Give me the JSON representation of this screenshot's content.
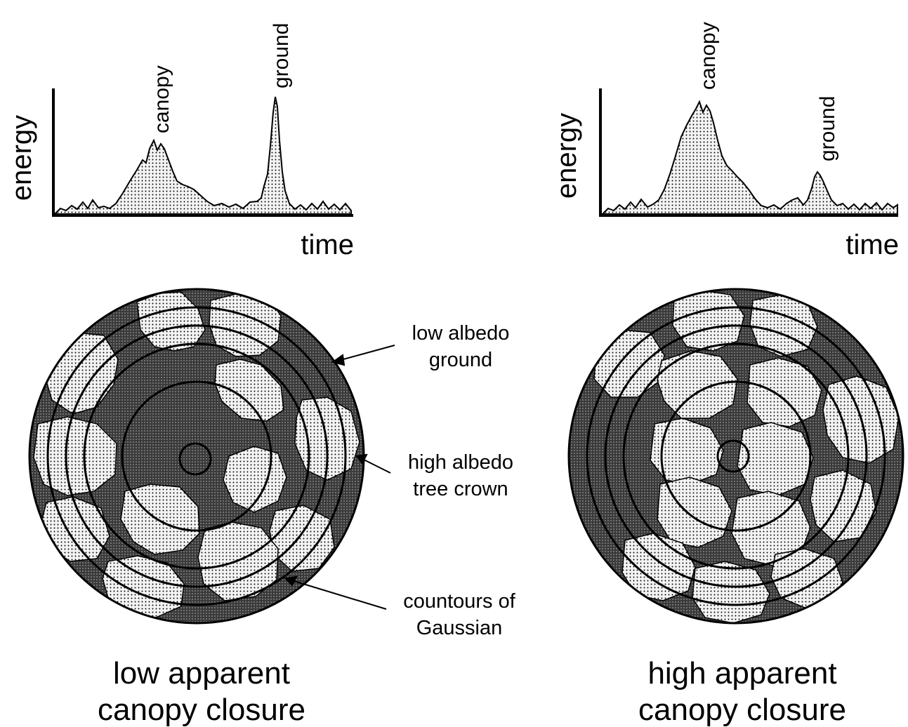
{
  "left_panel": {
    "waveform": {
      "y_label": "energy",
      "x_label": "time",
      "peak_labels": {
        "canopy": "canopy",
        "ground": "ground"
      }
    },
    "annotations": {
      "low_albedo": [
        "low albedo",
        "ground"
      ],
      "high_albedo": [
        "high albedo",
        "tree crown"
      ],
      "contours": [
        "countours of",
        "Gaussian"
      ]
    },
    "caption": [
      "low apparent",
      "canopy closure"
    ]
  },
  "right_panel": {
    "waveform": {
      "y_label": "energy",
      "x_label": "time",
      "peak_labels": {
        "canopy": "canopy",
        "ground": "ground"
      }
    },
    "caption": [
      "high apparent",
      "canopy closure"
    ]
  },
  "colors": {
    "ink": "#000000",
    "ground_fill": "#4a4a4a",
    "crown_fill": "#f2f2f2",
    "background": "#ffffff"
  }
}
